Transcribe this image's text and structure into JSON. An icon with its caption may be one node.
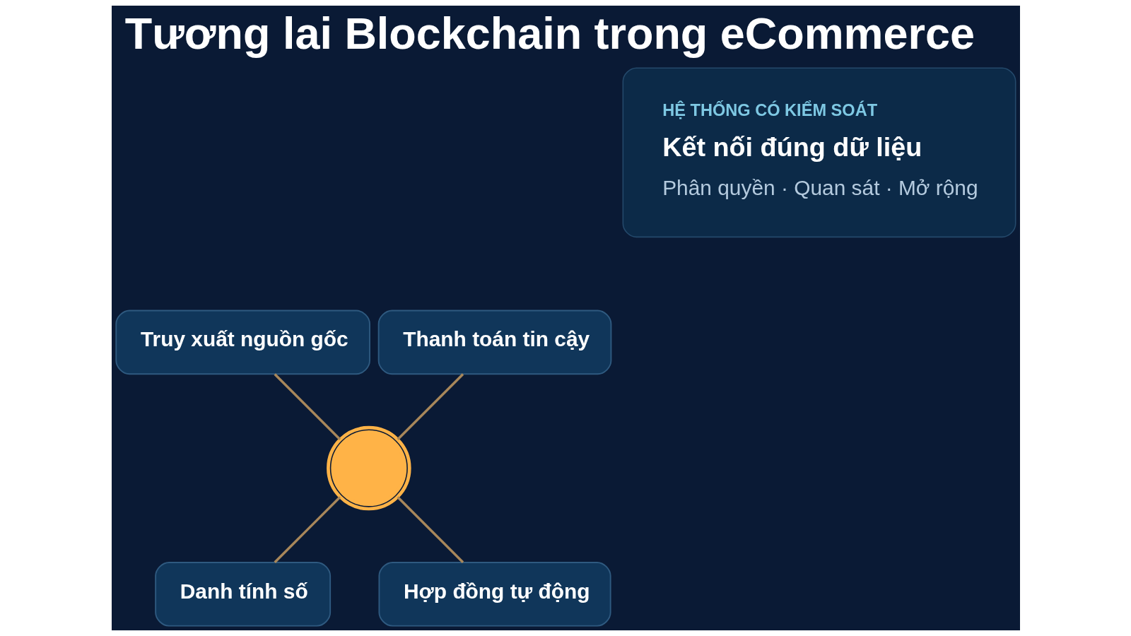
{
  "diagram": {
    "title": "Tương lai Blockchain trong eCommerce",
    "nodes": [
      {
        "text": [
          "HỆ THỐNG CÓ KIỂM SOÁT",
          "Kết nối đúng dữ liệu",
          "Phân quyền · Quan sát · Mở rộng"
        ]
      },
      {
        "text": [
          "Thanh toán tin cậy"
        ]
      },
      {
        "text": [
          "Truy xuất nguồn gốc"
        ]
      },
      {
        "text": [],
        "shape": "circle"
      },
      {
        "text": [
          "Danh tính số"
        ]
      },
      {
        "text": [
          "Hợp đồng tự động"
        ]
      }
    ],
    "edges": [
      {
        "from": 3,
        "to": 1,
        "arrow": "none"
      },
      {
        "from": 3,
        "to": 2,
        "arrow": "none"
      },
      {
        "from": 3,
        "to": 4,
        "arrow": "none"
      },
      {
        "from": 3,
        "to": 5,
        "arrow": "none"
      }
    ]
  }
}
